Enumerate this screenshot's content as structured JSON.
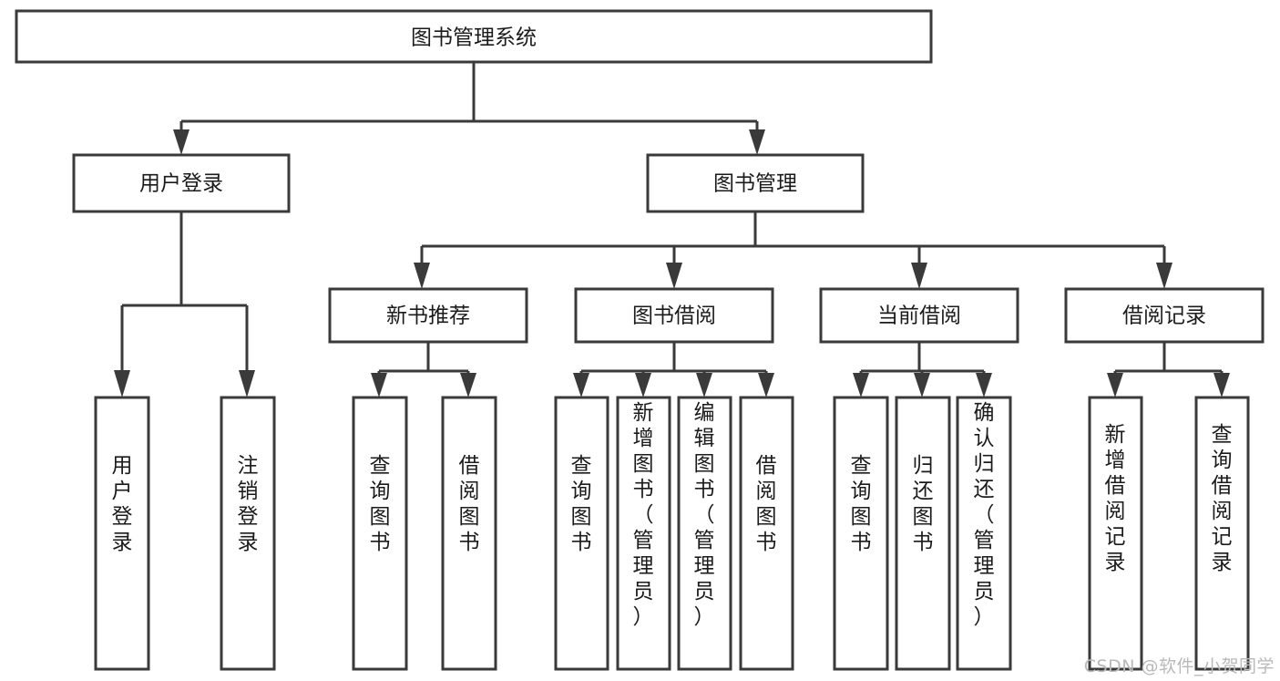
{
  "diagram": {
    "title": "图书管理系统",
    "watermark": "CSDN @软件_小贺同学",
    "levels": {
      "root": {
        "label": "图书管理系统"
      },
      "level1": [
        {
          "id": "user-login",
          "label": "用户登录"
        },
        {
          "id": "book-manage",
          "label": "图书管理"
        }
      ],
      "level2": [
        {
          "id": "new-book-recommend",
          "label": "新书推荐",
          "parent": "book-manage"
        },
        {
          "id": "book-borrow",
          "label": "图书借阅",
          "parent": "book-manage"
        },
        {
          "id": "current-borrow",
          "label": "当前借阅",
          "parent": "book-manage"
        },
        {
          "id": "borrow-record",
          "label": "借阅记录",
          "parent": "book-manage"
        }
      ],
      "leaves": [
        {
          "id": "leaf-user-login",
          "label": "用户登录",
          "parent": "user-login"
        },
        {
          "id": "leaf-logout-login",
          "label": "注销登录",
          "parent": "user-login"
        },
        {
          "id": "leaf-query-book-1",
          "label": "查询图书",
          "parent": "new-book-recommend"
        },
        {
          "id": "leaf-borrow-book-1",
          "label": "借阅图书",
          "parent": "new-book-recommend"
        },
        {
          "id": "leaf-query-book-2",
          "label": "查询图书",
          "parent": "book-borrow"
        },
        {
          "id": "leaf-add-book",
          "label": "新增图书（管理员）",
          "parent": "book-borrow"
        },
        {
          "id": "leaf-edit-book",
          "label": "编辑图书（管理员）",
          "parent": "book-borrow"
        },
        {
          "id": "leaf-borrow-book-2",
          "label": "借阅图书",
          "parent": "book-borrow"
        },
        {
          "id": "leaf-query-book-3",
          "label": "查询图书",
          "parent": "current-borrow"
        },
        {
          "id": "leaf-return-book",
          "label": "归还图书",
          "parent": "current-borrow"
        },
        {
          "id": "leaf-confirm-return",
          "label": "确认归还（管理员）",
          "parent": "current-borrow"
        },
        {
          "id": "leaf-add-record",
          "label": "新增借阅记录",
          "parent": "borrow-record"
        },
        {
          "id": "leaf-query-record",
          "label": "查询借阅记录",
          "parent": "borrow-record"
        }
      ]
    },
    "colors": {
      "stroke": "#3a3a3a",
      "fill": "#ffffff",
      "text": "#1b1b1b",
      "watermark": "#b9b9b9"
    }
  }
}
